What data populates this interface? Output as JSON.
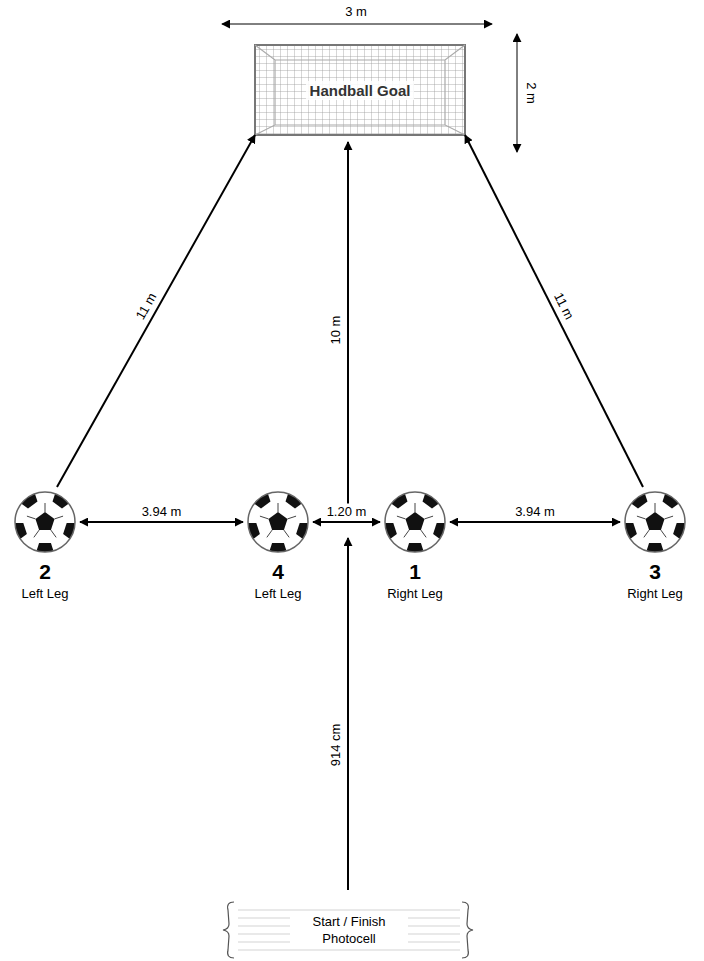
{
  "diagram": {
    "nodes": [
      {
        "text": [
          "Handball Goal"
        ]
      },
      {
        "text": [
          "2",
          "Left Leg"
        ]
      },
      {
        "text": [
          "4",
          "Left Leg"
        ]
      },
      {
        "text": [
          "1",
          "Right Leg"
        ]
      },
      {
        "text": [
          "3",
          "Right Leg"
        ]
      },
      {
        "text": [
          "Start / Finish Photocell"
        ]
      }
    ],
    "edges": [
      {
        "from": 1,
        "to": 0,
        "label": "11 m",
        "arrow": "to"
      },
      {
        "from": 4,
        "to": 0,
        "label": "11 m",
        "arrow": "to"
      },
      {
        "from": 1,
        "to": 2,
        "label": "3.94 m",
        "arrow": "both"
      },
      {
        "from": 2,
        "to": 3,
        "label": "1.20 m",
        "arrow": "both"
      },
      {
        "from": 3,
        "to": 4,
        "label": "3.94 m",
        "arrow": "both"
      }
    ],
    "labels": [
      "3 m",
      "2 m",
      "10 m",
      "914 cm"
    ]
  }
}
